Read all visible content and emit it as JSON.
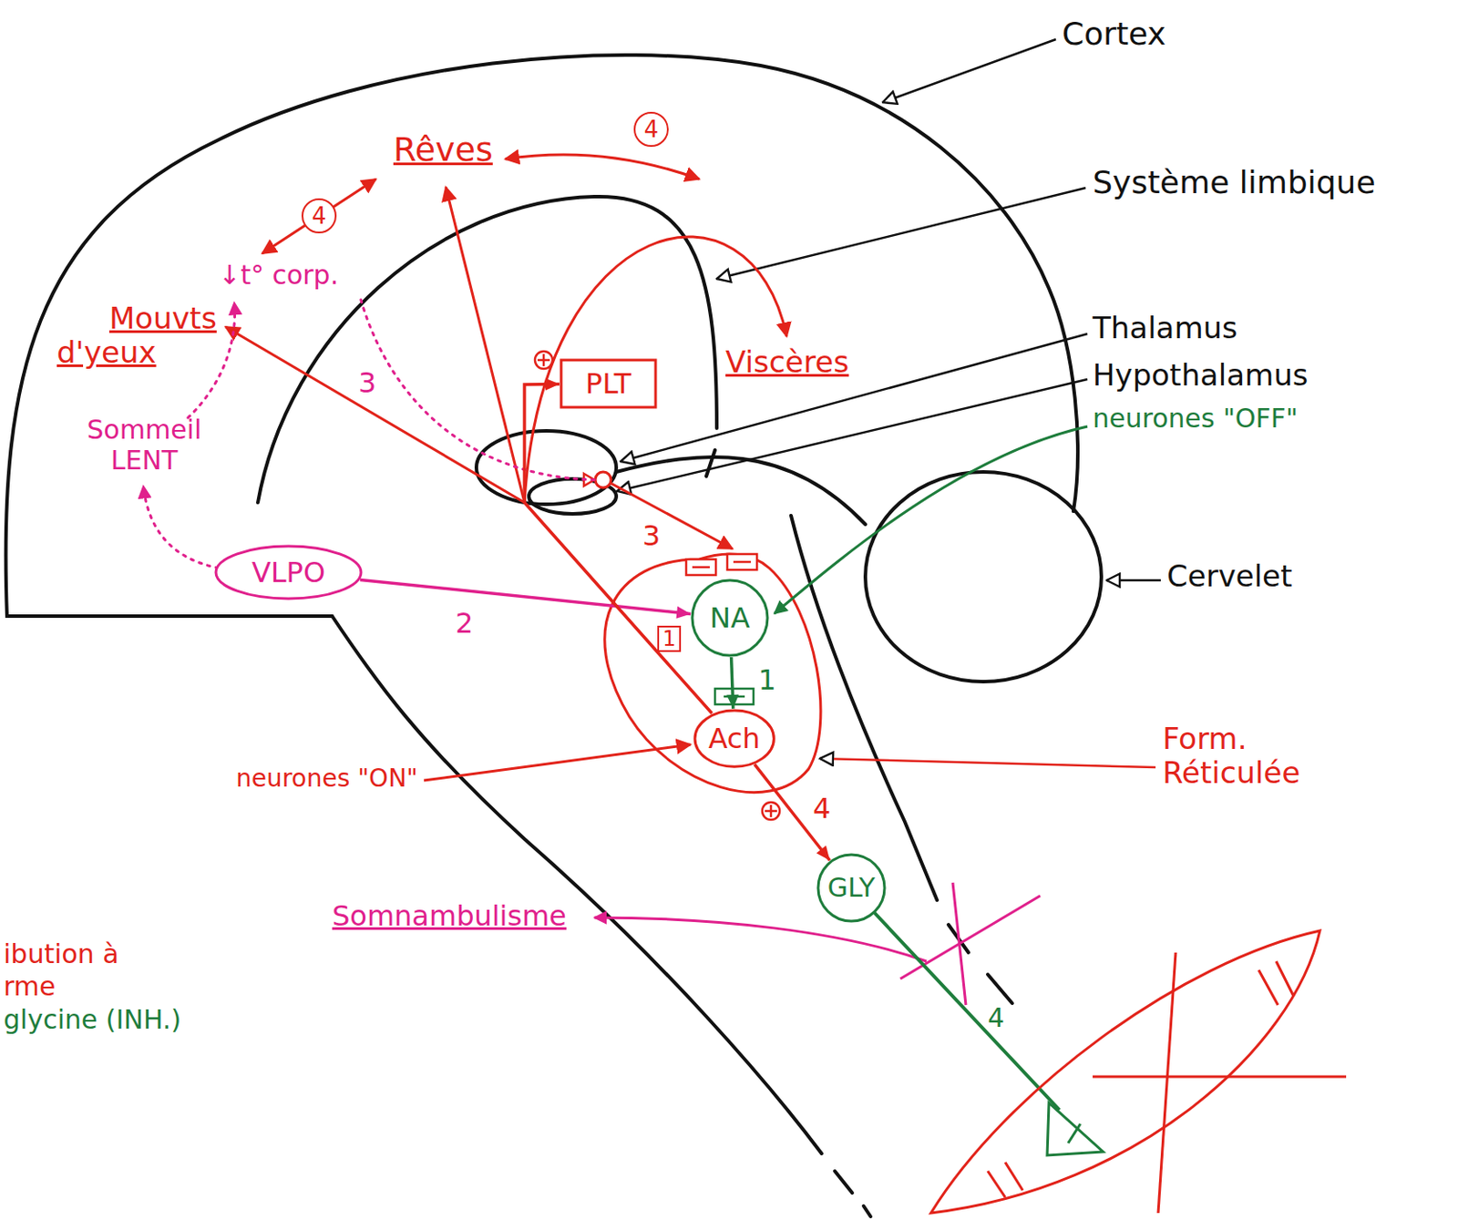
{
  "diagram": {
    "nodes": [
      {
        "text": [
          "PLT"
        ]
      },
      {
        "text": [
          "VLPO"
        ]
      },
      {
        "text": [
          "NA"
        ]
      },
      {
        "text": [
          "Ach"
        ]
      },
      {
        "text": [
          "GLY"
        ]
      }
    ],
    "edges": [
      {
        "from": 1,
        "to": 2,
        "arrow": "to",
        "label": "2"
      },
      {
        "from": 2,
        "to": 3,
        "arrow": "to",
        "label": "1"
      },
      {
        "from": 3,
        "to": 4,
        "arrow": "to",
        "label": "4"
      },
      {
        "from": 3,
        "to": 0,
        "arrow": "to"
      }
    ],
    "labels": [
      "Cortex",
      "Rêves",
      "4",
      "4",
      "Mouvts d'yeux",
      "↓t° corp.",
      "Système limbique",
      "3",
      "Viscères",
      "Sommeil LENT",
      "Thalamus",
      "Hypothalamus",
      "3",
      "neurones \"OFF\"",
      "1",
      "Cervelet",
      "Form. Réticulée",
      "neurones \"ON\"",
      "Somnambulisme",
      "4",
      "ibution à",
      "rme",
      "glycine (INH.)"
    ]
  }
}
